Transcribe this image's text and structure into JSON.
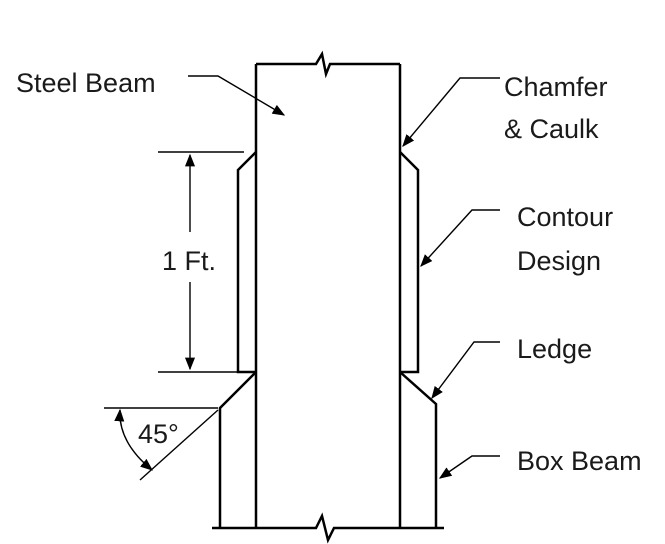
{
  "labels": {
    "steel_beam": "Steel Beam",
    "chamfer_line1": "Chamfer",
    "chamfer_line2": "& Caulk",
    "contour_line1": "Contour",
    "contour_line2": "Design",
    "ledge": "Ledge",
    "box_beam": "Box Beam",
    "dimension": "1 Ft.",
    "angle": "45°"
  },
  "colors": {
    "ink": "#000000",
    "text": "#1a1a1a",
    "background": "#ffffff"
  }
}
